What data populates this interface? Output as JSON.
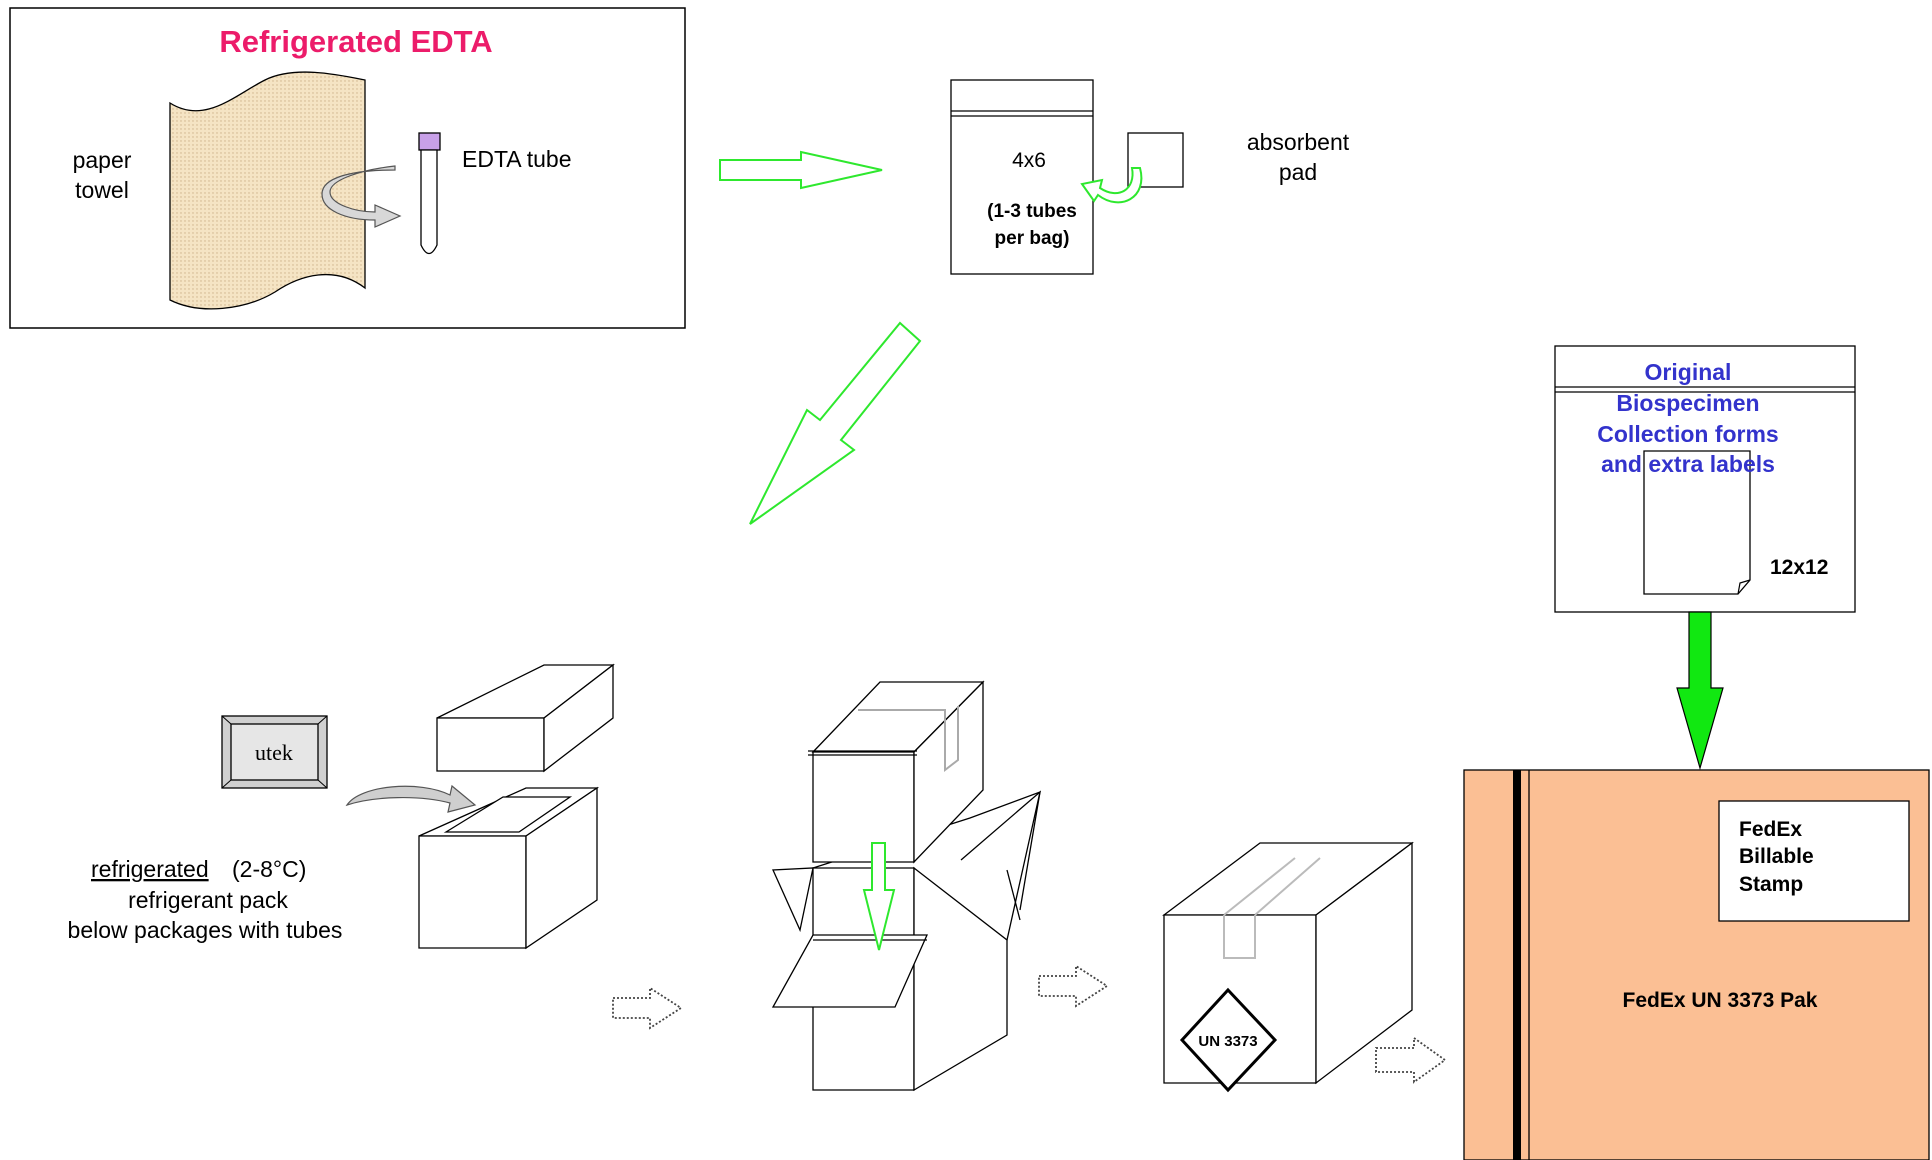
{
  "panel_title": "Refrigerated EDTA",
  "paper_towel_label_1": "paper",
  "paper_towel_label_2": "towel",
  "edta_tube_label": "EDTA tube",
  "bag_size": "4x6",
  "bag_note_1": "(1-3 tubes",
  "bag_note_2": "per bag)",
  "absorbent_label_1": "absorbent",
  "absorbent_label_2": "pad",
  "utek_label": "utek",
  "refrigerant_word": "refrigerated",
  "refrigerant_temp": "(2-8°C)",
  "refrigerant_line2": "refrigerant pack",
  "refrigerant_line3": "below packages with tubes",
  "forms_line1": "Original",
  "forms_line2": "Biospecimen",
  "forms_line3": "Collection forms",
  "forms_line4": "and extra labels",
  "forms_bag_size": "12x12",
  "un_label": "UN 3373",
  "stamp_line1": "FedEx",
  "stamp_line2": "Billable",
  "stamp_line3": "Stamp",
  "pak_label": "FedEx UN 3373 Pak",
  "colors": {
    "title_pink": "#ec1c6a",
    "arrow_green": "#2ee82e",
    "forms_blue": "#3333cc",
    "pak_orange": "#fbbf94",
    "towel_tan": "#f4e2c0",
    "tube_cap": "#c8a0e8"
  }
}
